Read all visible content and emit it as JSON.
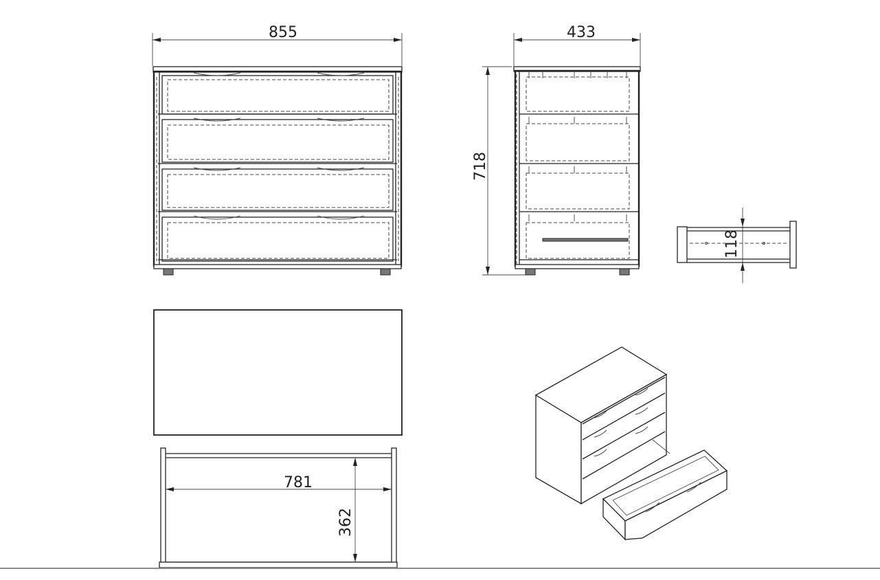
{
  "dimensions": {
    "front_width": "855",
    "side_depth": "433",
    "side_height": "718",
    "drawer_height": "118",
    "drawer_inner_width": "781",
    "drawer_inner_depth": "362"
  },
  "colors": {
    "line": "#222222",
    "dark_fill": "#777777",
    "background": "#ffffff"
  }
}
